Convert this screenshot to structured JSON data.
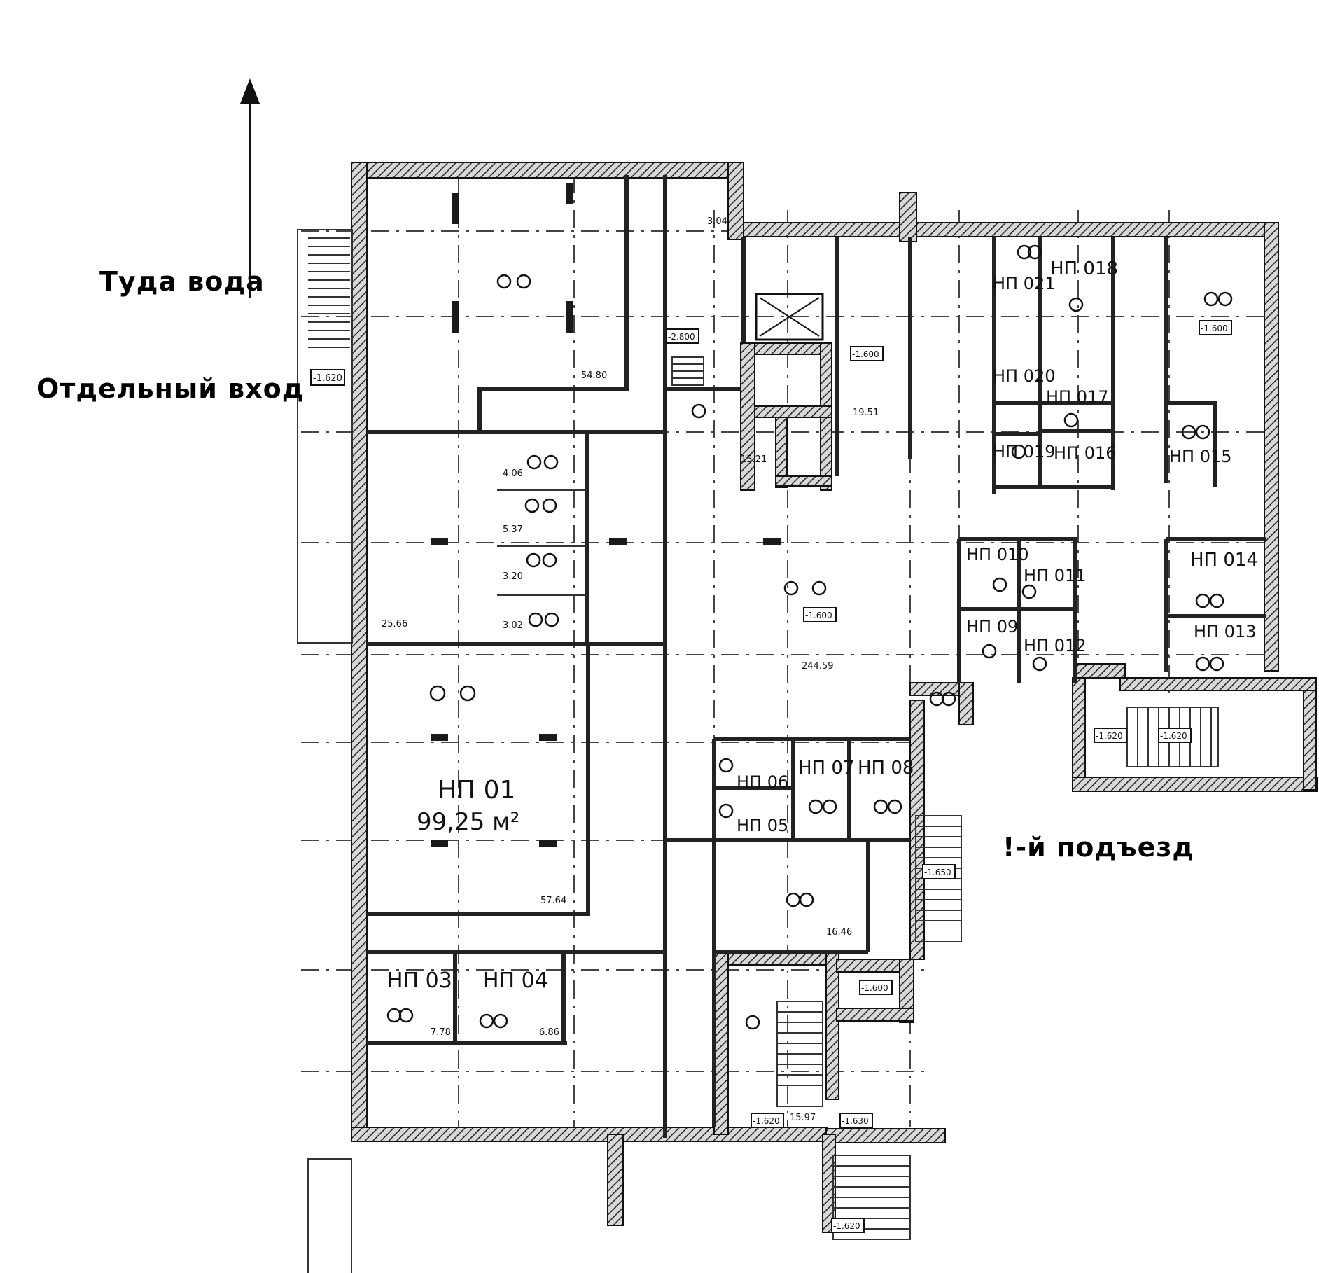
{
  "annotations": {
    "water_direction": "Туда вода",
    "separate_entrance": "Отдельный вход",
    "entrance_1": "!-й подъезд"
  },
  "rooms": {
    "np01_name": "НП 01",
    "np01_area": "99,25 м²",
    "np03": "НП 03",
    "np04": "НП 04",
    "np05": "НП 05",
    "np06": "НП 06",
    "np07": "НП 07",
    "np08": "НП 08",
    "np09": "НП 09",
    "np010": "НП 010",
    "np011": "НП 011",
    "np012": "НП 012",
    "np013": "НП 013",
    "np014": "НП 014",
    "np015": "НП 015",
    "np016": "НП 016",
    "np017": "НП 017",
    "np018": "НП 018",
    "np019": "НП 019",
    "np020": "НП 020",
    "np021": "НП 021"
  },
  "elevations": {
    "e1": "-1.620",
    "e2": "-2.800",
    "e3": "-1.600",
    "e4": "-1.600",
    "e5": "-1.600",
    "e6": "-1.650",
    "e7": "-1.620",
    "e8": "-1.600",
    "e9": "-1.630",
    "e10": "-1.620",
    "e11": "-1.620",
    "e12": "-1.620"
  },
  "areas": {
    "a1": "54.80",
    "a2": "25.66",
    "a3": "57.64",
    "a4": "244.59",
    "a5": "19.51",
    "a6": "15.21",
    "a7": "16.46",
    "a8": "15.97",
    "a9": "7.78",
    "a10": "6.86",
    "a11": "4.06",
    "a12": "3.20",
    "a13": "3.02",
    "a14": "5.37",
    "a15": "3.04"
  }
}
